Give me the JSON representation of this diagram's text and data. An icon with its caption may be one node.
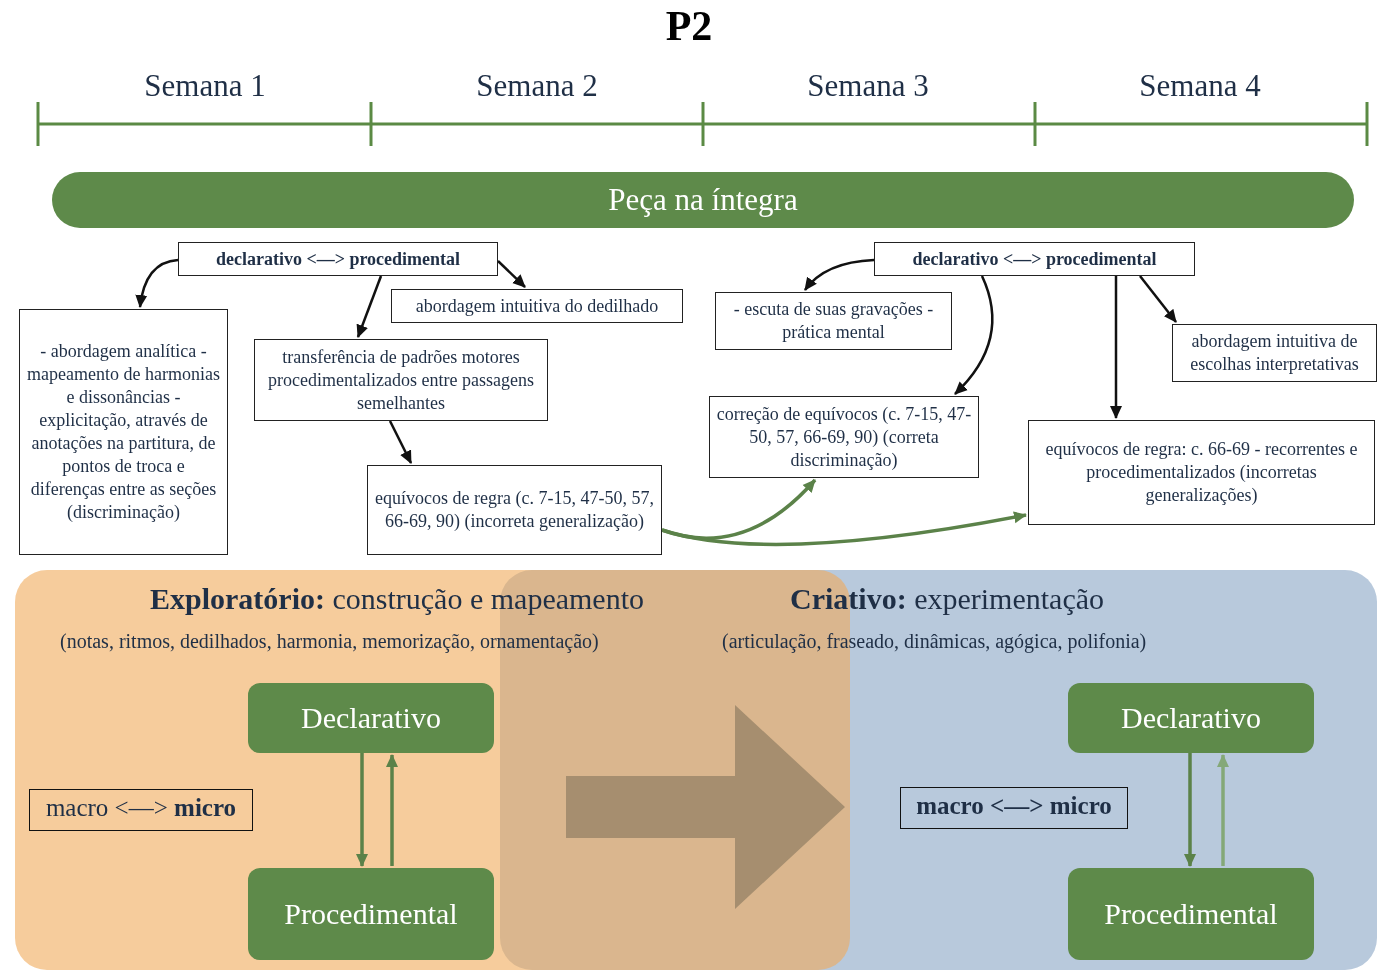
{
  "diagram": {
    "title": "P2",
    "nodes": [
      {
        "text": [
          "Peça na íntegra"
        ]
      },
      {
        "text": [
          "declarativo <—> procedimental"
        ]
      },
      {
        "text": [
          "- abordagem analítica - mapeamento de harmonias e dissonâncias - explicitação, através de anotações na partitura, de pontos de troca e diferenças entre as seções (discriminação)"
        ]
      },
      {
        "text": [
          "abordagem intuitiva do dedilhado"
        ]
      },
      {
        "text": [
          "transferência de padrões motores procedimentalizados entre passagens semelhantes"
        ]
      },
      {
        "text": [
          "equívocos de regra (c. 7-15, 47-50, 57, 66-69, 90) (incorreta generalização)"
        ]
      },
      {
        "text": [
          "declarativo <—> procedimental"
        ]
      },
      {
        "text": [
          "- escuta de suas gravações - prática mental"
        ]
      },
      {
        "text": [
          "abordagem intuitiva de escolhas interpretativas"
        ]
      },
      {
        "text": [
          "correção de equívocos (c. 7-15, 47-50, 57, 66-69, 90) (correta discriminação)"
        ]
      },
      {
        "text": [
          "equívocos de regra: c. 66-69 - recorrentes e procedimentalizados (incorretas generalizações)"
        ]
      },
      {
        "text": [
          "**Exploratório:** construção e mapeamento",
          "(notas, ritmos, dedilhados, harmonia, memorização, ornamentação)"
        ]
      },
      {
        "text": [
          "**Criativo:** experimentação",
          "(articulação, fraseado, dinâmicas, agógica, polifonia)"
        ]
      },
      {
        "text": [
          "Declarativo"
        ],
        "in": 11
      },
      {
        "text": [
          "Procedimental"
        ],
        "in": 11
      },
      {
        "text": [
          "macro <—> **micro**"
        ],
        "in": 11
      },
      {
        "text": [
          "Declarativo"
        ],
        "in": 12
      },
      {
        "text": [
          "Procedimental"
        ],
        "in": 12
      },
      {
        "text": [
          "macro <—> micro"
        ],
        "in": 12
      }
    ],
    "edges": [
      {
        "from": 1,
        "to": 2,
        "arrow": "to"
      },
      {
        "from": 1,
        "to": 3,
        "arrow": "to"
      },
      {
        "from": 1,
        "to": 4,
        "arrow": "to"
      },
      {
        "from": 4,
        "to": 5,
        "arrow": "to"
      },
      {
        "from": 6,
        "to": 7,
        "arrow": "to"
      },
      {
        "from": 6,
        "to": 9,
        "arrow": "to"
      },
      {
        "from": 6,
        "to": 10,
        "arrow": "to"
      },
      {
        "from": 6,
        "to": 8,
        "arrow": "to"
      },
      {
        "from": 5,
        "to": 9,
        "arrow": "to",
        "color": "#5b8249"
      },
      {
        "from": 5,
        "to": 10,
        "arrow": "to",
        "color": "#5b8249"
      },
      {
        "from": 13,
        "to": 14,
        "arrow": "to",
        "color": "#5b8249"
      },
      {
        "from": 14,
        "to": 13,
        "arrow": "to",
        "color": "#5b8249"
      },
      {
        "from": 16,
        "to": 17,
        "arrow": "to",
        "color": "#5b8249"
      },
      {
        "from": 17,
        "to": 16,
        "arrow": "to",
        "color": "#84a878"
      }
    ],
    "labels": [
      "Semana 1",
      "Semana 2",
      "Semana 3",
      "Semana 4"
    ]
  }
}
